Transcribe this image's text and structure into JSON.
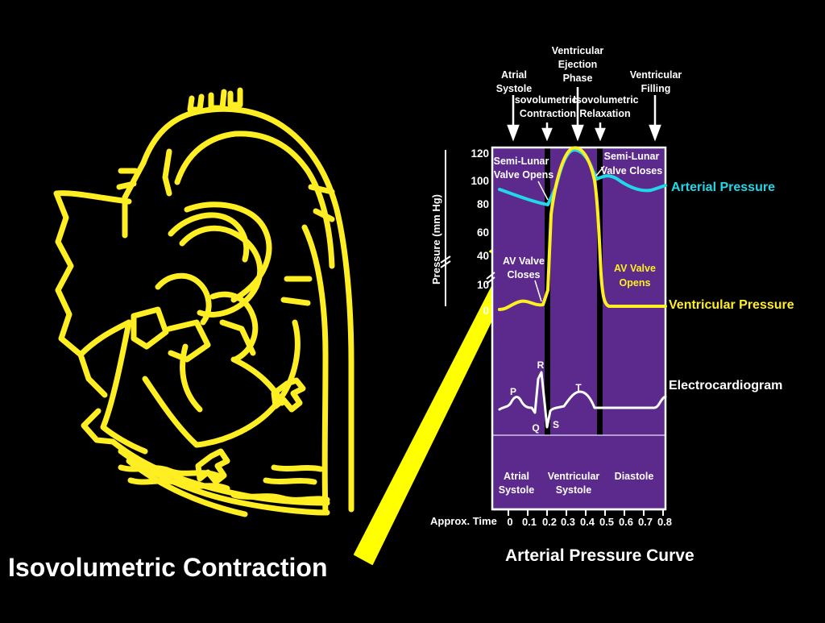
{
  "main_title": "Isovolumetric Contraction",
  "curve_title": "Arterial Pressure Curve",
  "phase_labels": {
    "ventricular_ejection": [
      "Ventricular",
      "Ejection",
      "Phase"
    ],
    "atrial_systole": [
      "Atrial",
      "Systole"
    ],
    "ventricular_filling": [
      "Ventricular",
      "Filling"
    ],
    "isovolumetric_contraction": [
      "Isovolumetric",
      "Contraction"
    ],
    "isovolumetric_relaxation": [
      "Isovolumetric",
      "Relaxation"
    ]
  },
  "y_axis": {
    "label": "Pressure (mm Hg)",
    "ticks": [
      "120",
      "100",
      "80",
      "60",
      "40",
      "10",
      "0"
    ]
  },
  "annotations": {
    "semi_lunar_opens": [
      "Semi-Lunar",
      "Valve Opens"
    ],
    "semi_lunar_closes": [
      "Semi-Lunar",
      "Valve Closes"
    ],
    "av_valve_closes": [
      "AV Valve",
      "Closes"
    ],
    "av_valve_opens": [
      "AV Valve",
      "Opens"
    ]
  },
  "series_labels": {
    "arterial": "Arterial Pressure",
    "ventricular": "Ventricular Pressure",
    "ecg": "Electrocardiogram"
  },
  "ecg_waves": {
    "p": "P",
    "q": "Q",
    "r": "R",
    "s": "S",
    "t": "T"
  },
  "bottom_phases": {
    "atrial_systole": [
      "Atrial",
      "Systole"
    ],
    "ventricular_systole": [
      "Ventricular",
      "Systole"
    ],
    "diastole": "Diastole"
  },
  "x_axis": {
    "label": "Approx. Time",
    "ticks": [
      "0",
      "0.1",
      "0.2",
      "0.3",
      "0.4",
      "0.5",
      "0.6",
      "0.7",
      "0.8"
    ]
  },
  "colors": {
    "background": "#000000",
    "panel": "#5b2a8c",
    "arterial": "#22d8e8",
    "ventricular": "#ffee22",
    "heart": "#ffee22",
    "arrow": "#ffff00"
  }
}
